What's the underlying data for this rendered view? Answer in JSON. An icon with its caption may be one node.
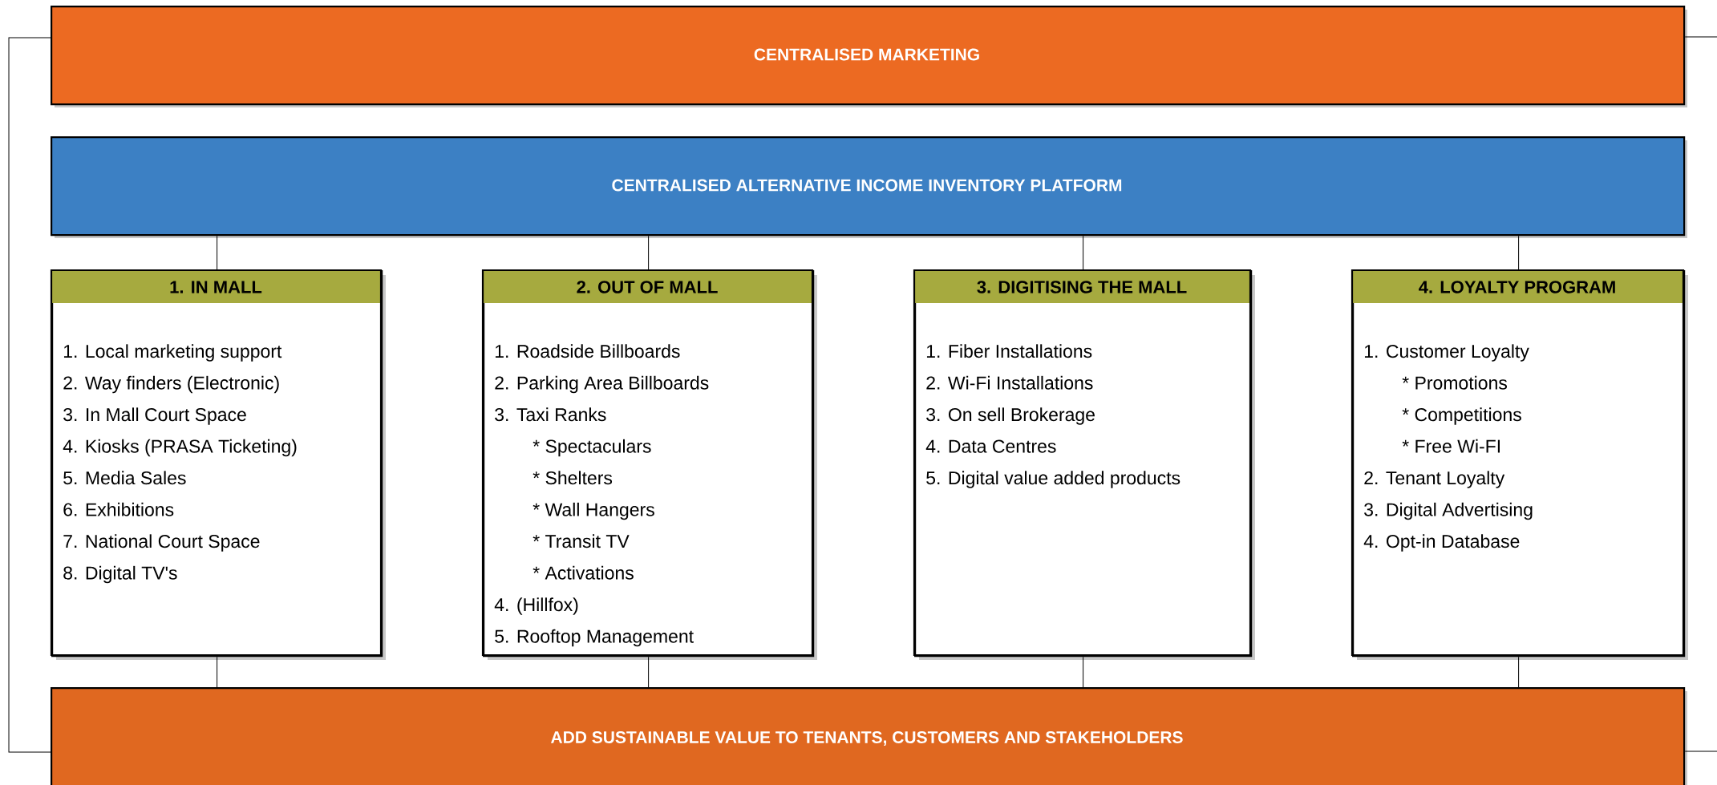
{
  "diagram": {
    "nodes": [
      {
        "text": [
          "CENTRALISED MARKETING"
        ]
      },
      {
        "text": [
          "CENTRALISED ALTERNATIVE INCOME INVENTORY PLATFORM"
        ]
      },
      {
        "text": [
          "1. IN MALL",
          "1. Local marketing support",
          "2. Way finders (Electronic)",
          "3. In Mall Court Space",
          "4. Kiosks (PRASA Ticketing)",
          "5. Media Sales",
          "6. Exhibitions",
          "7. National Court Space",
          "8. Digital TV's"
        ]
      },
      {
        "text": [
          "2. OUT OF MALL",
          "1. Roadside Billboards",
          "2. Parking Area Billboards",
          "3. Taxi Ranks",
          "* Spectaculars",
          "* Shelters",
          "* Wall Hangers",
          "* Transit TV",
          "* Activations",
          "4. (Hillfox)",
          "5. Rooftop Management"
        ]
      },
      {
        "text": [
          "3. DIGITISING THE MALL",
          "1. Fiber Installations",
          "2. Wi-Fi Installations",
          "3. On sell Brokerage",
          "4. Data Centres",
          "5. Digital value added products"
        ]
      },
      {
        "text": [
          "4. LOYALTY PROGRAM",
          "1. Customer Loyalty",
          "* Promotions",
          "* Competitions",
          "* Free Wi-FI",
          "2. Tenant Loyalty",
          "3. Digital Advertising",
          "4. Opt-in Database"
        ]
      },
      {
        "text": [
          "ADD SUSTAINABLE VALUE TO TENANTS, CUSTOMERS AND STAKEHOLDERS"
        ]
      }
    ],
    "edges": [
      {
        "from": 1,
        "to": 2,
        "arrow": "none"
      },
      {
        "from": 1,
        "to": 3,
        "arrow": "none"
      },
      {
        "from": 1,
        "to": 4,
        "arrow": "none"
      },
      {
        "from": 1,
        "to": 5,
        "arrow": "none"
      },
      {
        "from": 2,
        "to": 6,
        "arrow": "none"
      },
      {
        "from": 3,
        "to": 6,
        "arrow": "none"
      },
      {
        "from": 4,
        "to": 6,
        "arrow": "none"
      },
      {
        "from": 5,
        "to": 6,
        "arrow": "none"
      },
      {
        "from": 0,
        "to": 6,
        "arrow": "none"
      },
      {
        "from": 0,
        "to": null,
        "arrow": "none"
      },
      {
        "from": 6,
        "to": null,
        "arrow": "none"
      }
    ]
  }
}
